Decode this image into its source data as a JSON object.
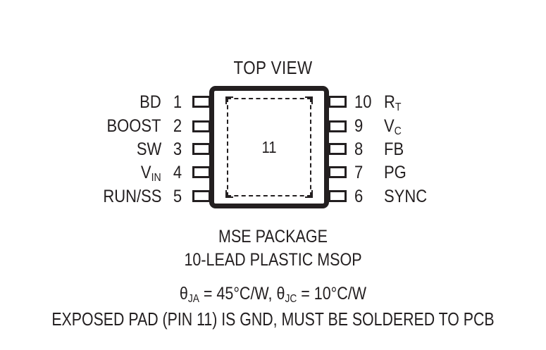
{
  "diagram": {
    "title": "TOP VIEW",
    "exposed_pad_number": "11",
    "pins_left": [
      {
        "name": "BD",
        "number": "1"
      },
      {
        "name": "BOOST",
        "number": "2"
      },
      {
        "name": "SW",
        "number": "3"
      },
      {
        "name": "V",
        "sub": "IN",
        "number": "4"
      },
      {
        "name": "RUN/SS",
        "number": "5"
      }
    ],
    "pins_right": [
      {
        "number": "10",
        "name": "R",
        "sub": "T"
      },
      {
        "number": "9",
        "name": "V",
        "sub": "C"
      },
      {
        "number": "8",
        "name": "FB"
      },
      {
        "number": "7",
        "name": "PG"
      },
      {
        "number": "6",
        "name": "SYNC"
      }
    ],
    "captions": {
      "package_line1": "MSE PACKAGE",
      "package_line2": "10-LEAD PLASTIC MSOP",
      "thermal_theta1_symbol": "θ",
      "thermal_theta1_sub": "JA",
      "thermal_theta1_value": " = 45°C/W, ",
      "thermal_theta2_symbol": "θ",
      "thermal_theta2_sub": "JC",
      "thermal_theta2_value": " = 10°C/W",
      "exposed_pad_note": "EXPOSED PAD (PIN 11) IS GND, MUST BE SOLDERED TO PCB"
    }
  },
  "colors": {
    "ink": "#231f20",
    "background": "#ffffff"
  }
}
